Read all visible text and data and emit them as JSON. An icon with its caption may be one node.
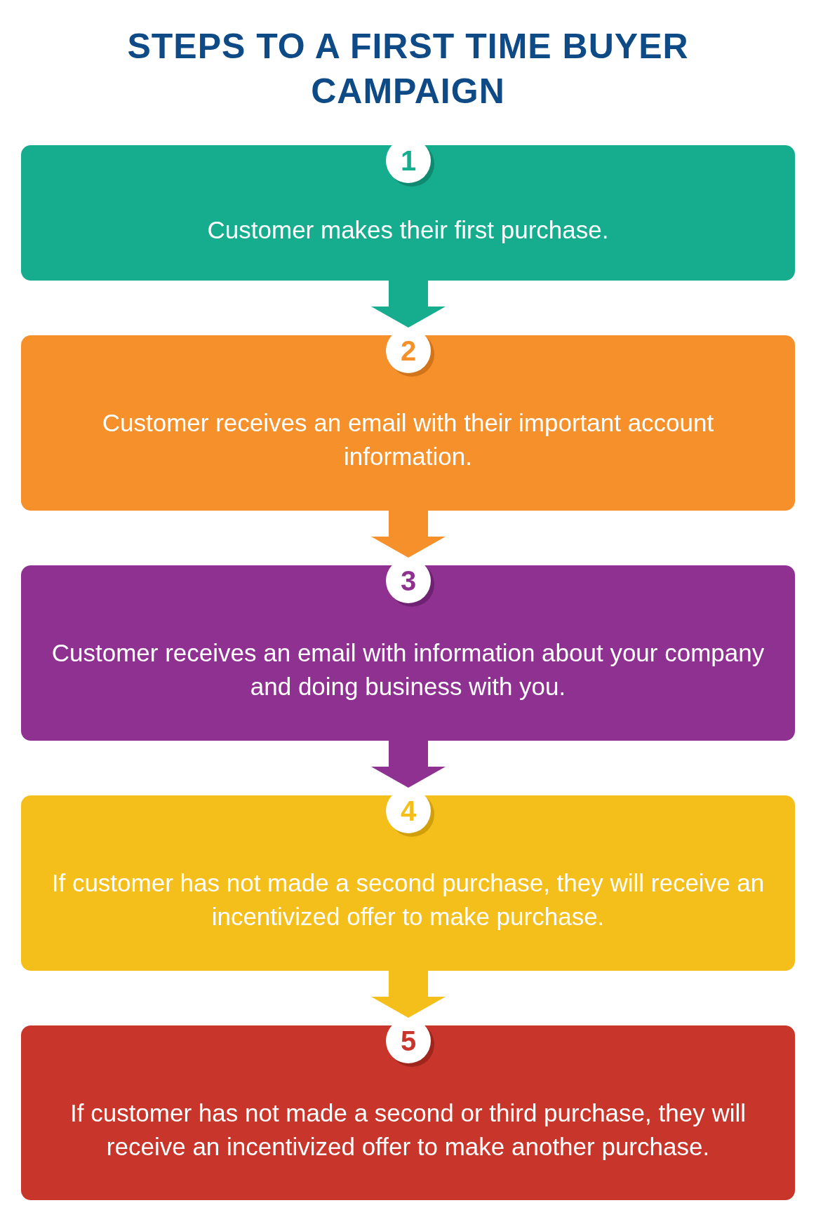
{
  "diagram": {
    "title": "STEPS TO A FIRST TIME BUYER CAMPAIGN",
    "nodes": [
      {
        "text": [
          "Customer makes their first purchase."
        ]
      },
      {
        "text": [
          "1"
        ],
        "in": 0
      },
      {
        "text": [
          "Customer receives an email with their important account information."
        ]
      },
      {
        "text": [
          "2"
        ],
        "in": 2
      },
      {
        "text": [
          "Customer receives an email with information about your company and doing business with you."
        ]
      },
      {
        "text": [
          "3"
        ],
        "in": 4
      },
      {
        "text": [
          "If customer has not made a second purchase, they will receive an incentivized offer to make purchase."
        ]
      },
      {
        "text": [
          "4"
        ],
        "in": 6
      },
      {
        "text": [
          "If customer has not made a second or third purchase, they will receive an incentivized offer to make another purchase."
        ]
      },
      {
        "text": [
          "5"
        ],
        "in": 8
      }
    ],
    "edges": [
      {
        "from": 0,
        "to": 3,
        "arrow": "to",
        "color": "#16ad8f"
      },
      {
        "from": 2,
        "to": 5,
        "arrow": "to",
        "color": "#f6902a"
      },
      {
        "from": 4,
        "to": 7,
        "arrow": "to",
        "color": "#8e3191"
      },
      {
        "from": 6,
        "to": 9,
        "arrow": "to",
        "color": "#f4bf1a"
      }
    ]
  }
}
